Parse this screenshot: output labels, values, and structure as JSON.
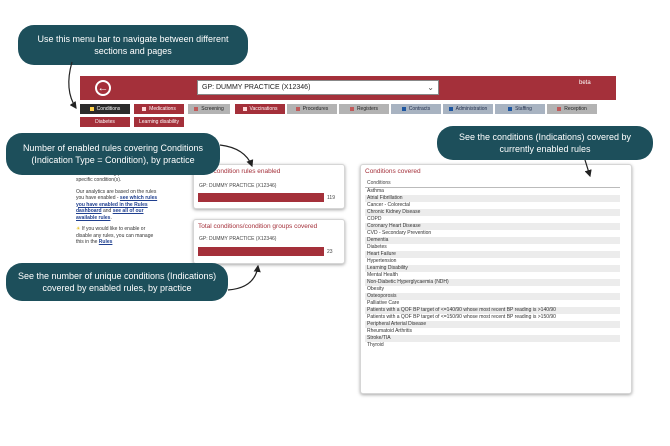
{
  "header": {
    "practice_select": "GP: DUMMY PRACTICE (X12346)",
    "beta": "beta"
  },
  "nav": {
    "row1": [
      "Conditions",
      "Medications",
      "Screening",
      "Vaccinations",
      "Procedures",
      "Registers",
      "Contracts",
      "Administration",
      "Staffing",
      "Reception"
    ],
    "row2": [
      "Diabetes",
      "Learning disability"
    ]
  },
  "left_text": {
    "p1": "above to see a deep-dive into your current monitoring performance for specific condition(s).",
    "p2_pre": "Our analytics are based on the rules you have enabled - ",
    "p2_link1": "see which rules you have enabled in the Rules dashboard",
    "p2_mid": " and ",
    "p2_link2": "see all of our available rules",
    "p2_end": ".",
    "p3_pre": "If you would like to enable or disable any rules, you can manage this in the ",
    "p3_link": "Rules"
  },
  "panel_rules": {
    "title": "Total condition rules enabled",
    "practice": "GP: DUMMY PRACTICE (X12346)",
    "value": "119"
  },
  "panel_groups": {
    "title": "Total conditions/condition groups covered",
    "practice": "GP: DUMMY PRACTICE (X12346)",
    "value": "23"
  },
  "conditions": {
    "title": "Conditions covered",
    "header": "Conditions",
    "items": [
      "Asthma",
      "Atrial Fibrillation",
      "Cancer - Colorectal",
      "Chronic Kidney Disease",
      "COPD",
      "Coronary Heart Disease",
      "CVD - Secondary Prevention",
      "Dementia",
      "Diabetes",
      "Heart Failure",
      "Hypertension",
      "Learning Disability",
      "Mental Health",
      "Non-Diabetic Hyperglycaemia (NDH)",
      "Obesity",
      "Osteoporosis",
      "Palliative Care",
      "Patients with a QOF BP target of <=140/90 whose most recent BP reading is >140/90",
      "Patients with a QOF BP target of <=150/90 whose most recent BP reading is >150/90",
      "Peripheral Arterial Disease",
      "Rheumatoid Arthritis",
      "Stroke/TIA",
      "Thyroid"
    ]
  },
  "callouts": {
    "menu": "Use this menu bar to navigate between different sections and pages",
    "rules": "Number of enabled rules covering Conditions (Indication Type = Condition), by practice",
    "unique": "See the number of unique conditions (Indications) covered by enabled rules, by practice",
    "conditions": "See the conditions (Indications) covered by currently enabled rules"
  },
  "colors": {
    "brand": "#a4303a",
    "callout": "#1d4f5b"
  }
}
